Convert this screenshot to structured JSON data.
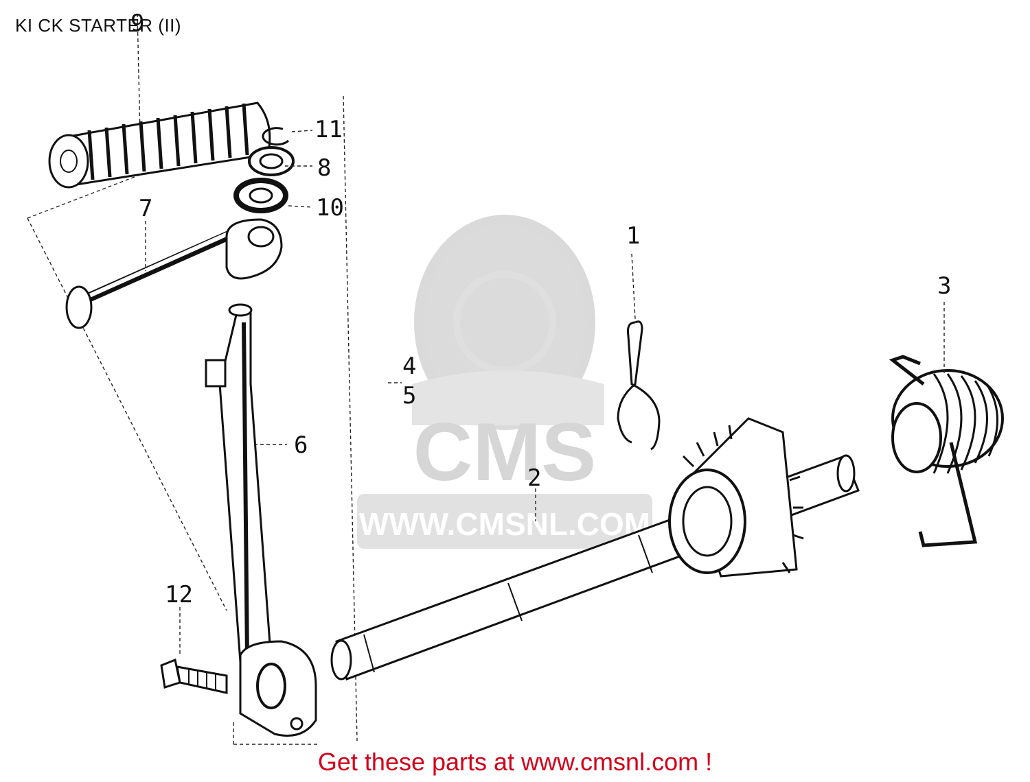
{
  "header": {
    "title": "KI CK STARTER (II)"
  },
  "footer": {
    "link_text": "Get these parts at www.cmsnl.com !"
  },
  "watermark": {
    "brand": "CMS",
    "url": "WWW.CMSNL.COM"
  },
  "colors": {
    "footer_link": "#d0021b",
    "watermark": "#d8d8d8",
    "ink": "#111111"
  },
  "callouts": [
    {
      "id": "c1",
      "label": "1"
    },
    {
      "id": "c2",
      "label": "2"
    },
    {
      "id": "c3",
      "label": "3"
    },
    {
      "id": "c4",
      "label": "4"
    },
    {
      "id": "c5",
      "label": "5"
    },
    {
      "id": "c6",
      "label": "6"
    },
    {
      "id": "c7",
      "label": "7"
    },
    {
      "id": "c8",
      "label": "8"
    },
    {
      "id": "c9",
      "label": "9"
    },
    {
      "id": "c10",
      "label": "10"
    },
    {
      "id": "c11",
      "label": "11"
    },
    {
      "id": "c12",
      "label": "12"
    }
  ]
}
